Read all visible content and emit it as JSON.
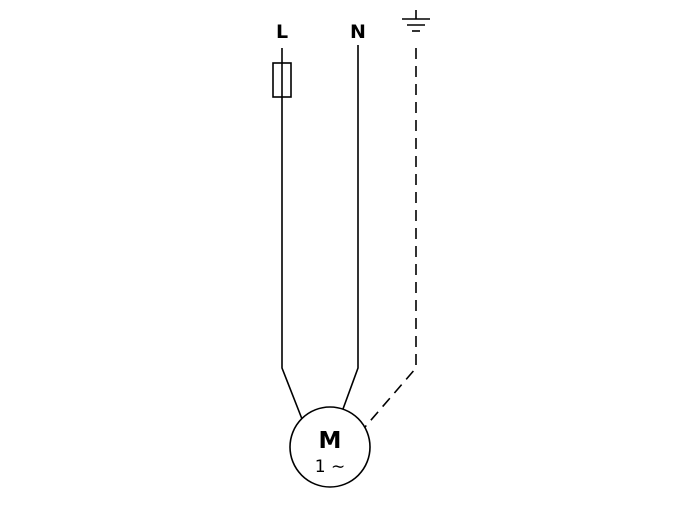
{
  "diagram": {
    "type": "electrical-wiring-schematic",
    "description": "Single-phase motor supply wiring with fuse on line conductor and dashed protective-earth conductor",
    "labels": {
      "line": "L",
      "neutral": "N",
      "motor": "M",
      "phase": "1 ∼"
    },
    "colors": {
      "stroke": "#000000",
      "background": "#ffffff"
    },
    "symbols": [
      "fuse-symbol",
      "earth-ground-icon",
      "motor-circle"
    ]
  }
}
